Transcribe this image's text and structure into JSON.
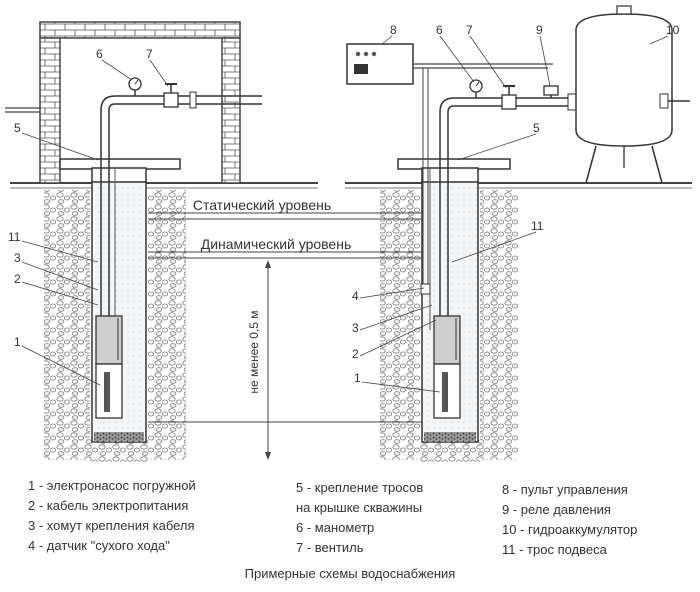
{
  "levels": {
    "static": "Статический уровень",
    "dynamic": "Динамический уровень",
    "min_depth": "не менее 0,5 м"
  },
  "callouts": {
    "left": [
      "5",
      "11",
      "3",
      "2",
      "1"
    ],
    "right": [
      "8",
      "6",
      "7",
      "9",
      "10",
      "5",
      "11",
      "4",
      "3",
      "2",
      "1"
    ],
    "left_top": [
      "6",
      "7"
    ]
  },
  "legend": {
    "col1": [
      "1 - электронасос погружной",
      "2 - кабель электропитания",
      "3 - хомут крепления кабеля",
      "4 - датчик \"сухого хода\""
    ],
    "col2": [
      "5 - крепление тросов",
      "на крышке скважины",
      "6 - манометр",
      "7 - вентиль"
    ],
    "col3": [
      "8 - пульт управления",
      "9 - реле давления",
      "10 - гидроаккумулятор",
      "11 - трос подвеса"
    ]
  },
  "caption": "Примерные схемы водоснабжения"
}
